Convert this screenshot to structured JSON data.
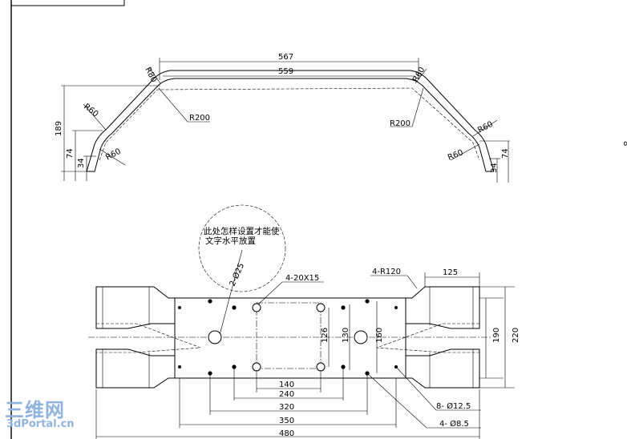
{
  "top_view": {
    "dims": {
      "overall_length": "567",
      "inner_length": "559",
      "height": "189",
      "step_74_left": "74",
      "step_34_left": "34",
      "step_74_right": "74",
      "step_34_right": "34",
      "radius_r80": "R80",
      "radius_r60_left_upper": "R60",
      "radius_r60_left_lower": "R60",
      "radius_r200_left": "R200",
      "radius_r60_right_top": "R60",
      "radius_r200_right": "R200",
      "radius_r60_right_upper": "R60",
      "radius_r60_right_lower": "R60"
    },
    "edge_label": "8"
  },
  "annotation": {
    "line1": "此处怎样设置才能使",
    "line2": "文字水平放置",
    "angled_dim": "2-Ø25"
  },
  "bottom_view": {
    "labels": {
      "slot": "4-20X15",
      "corner_radius": "4-R120",
      "hole_large": "8- Ø12.5",
      "hole_small": "4- Ø8.5"
    },
    "dims": {
      "width_125": "125",
      "v_126": "126",
      "v_130": "130",
      "v_160": "160",
      "v_190": "190",
      "v_220": "220",
      "h_140": "140",
      "h_240": "240",
      "h_320": "320",
      "h_350": "350",
      "h_480": "480"
    }
  },
  "watermark": {
    "cn": "三维网",
    "en": "3dPortal.cn"
  }
}
